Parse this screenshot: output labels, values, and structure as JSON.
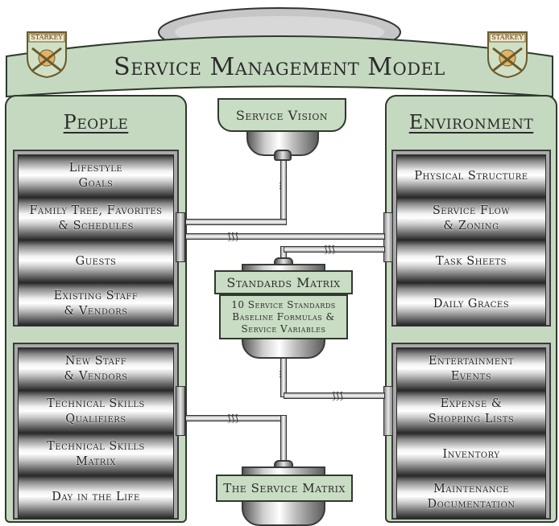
{
  "header": {
    "title": "Service Management Model",
    "logo_text": "STARKEY"
  },
  "people": {
    "title": "People",
    "group1": [
      "Lifestyle\nGoals",
      "Family Tree, Favorites\n& Schedules",
      "Guests",
      "Existing Staff\n& Vendors"
    ],
    "group2": [
      "New Staff\n& Vendors",
      "Technical Skills\nQualifiers",
      "Technical Skills\nMatrix",
      "Day in the Life"
    ]
  },
  "environment": {
    "title": "Environment",
    "group1": [
      "Physical Structure",
      "Service Flow\n& Zoning",
      "Task Sheets",
      "Daily Graces"
    ],
    "group2": [
      "Entertainment\nEvents",
      "Expense &\nShopping Lists",
      "Inventory",
      "Maintenance\nDocumentation"
    ]
  },
  "center": {
    "service_vision": "Service Vision",
    "standards_matrix": "Standards Matrix",
    "standards_details": "10 Service Standards\nBaseline Formulas &\nService Variables",
    "service_matrix": "The Service Matrix"
  },
  "colors": {
    "panel": "#c5d9c0",
    "outline": "#2f3a2d",
    "metal": "#bdbdbd"
  }
}
